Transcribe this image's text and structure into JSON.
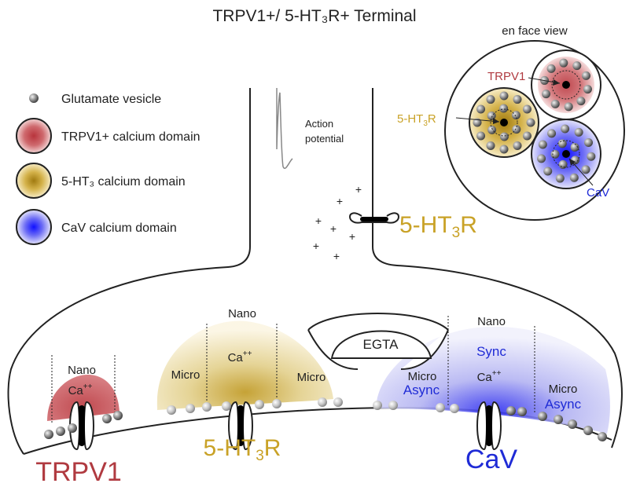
{
  "title": "TRPV1+/ 5-HT₃R+ Terminal",
  "legend": {
    "vesicle": "Glutamate vesicle",
    "trpv1_domain": "TRPV1+ calcium domain",
    "ht3_domain": "5-HT₃ calcium domain",
    "cav_domain": "CaV calcium domain"
  },
  "action_potential": {
    "line1": "Action",
    "line2": "potential"
  },
  "plus_sign": "+",
  "receptor_label": {
    "base": "5-HT",
    "sub": "3",
    "tail": "R"
  },
  "en_face": {
    "title": "en face view",
    "trpv1": "TRPV1",
    "ht3r": {
      "base": "5-HT",
      "sub": "3",
      "tail": "R"
    },
    "cav": "CaV"
  },
  "egta": "EGTA",
  "zones": {
    "nano": "Nano",
    "micro": "Micro",
    "sync": "Sync",
    "async": "Async",
    "ca": "Ca",
    "ca_sup": "++"
  },
  "bottom_labels": {
    "trpv1": "TRPV1",
    "ht3r": {
      "base": "5-HT",
      "sub": "3",
      "tail": "R"
    },
    "cav": "CaV"
  },
  "colors": {
    "trpv1": "#b03a40",
    "ht3": "#c9a227",
    "cav": "#1f2bd6",
    "outline": "#222222",
    "vesicle": "#777777"
  }
}
